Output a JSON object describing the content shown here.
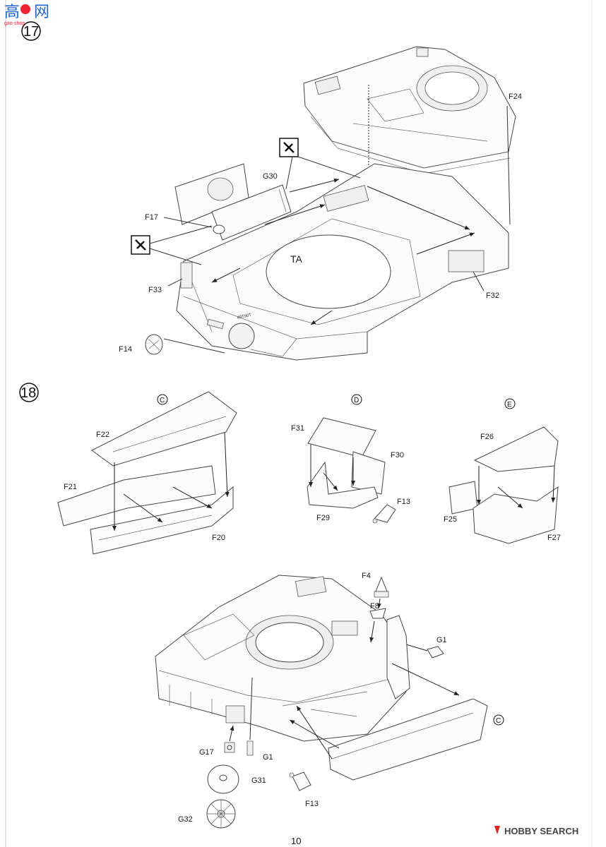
{
  "page_number": "10",
  "watermark_top": {
    "cn": "高",
    "cn2": "网",
    "site": "gao-shop.com"
  },
  "watermark_bottom": "HOBBY SEARCH",
  "step17": {
    "number": "17",
    "labels": {
      "f24": "F24",
      "g30": "G30",
      "f17": "F17",
      "ta": "TA",
      "f33": "F33",
      "f14": "F14",
      "f32": "F32",
      "hull_marking": "40T90T"
    },
    "icons": [
      "glue-tool-icon",
      "glue-tool-icon"
    ]
  },
  "step18": {
    "number": "18",
    "sub_c": {
      "circle": "C",
      "labels": {
        "f22": "F22",
        "f21": "F21",
        "f20": "F20"
      }
    },
    "sub_d": {
      "circle": "D",
      "labels": {
        "f31": "F31",
        "f30": "F30",
        "f13": "F13",
        "f29": "F29"
      }
    },
    "sub_e": {
      "circle": "E",
      "labels": {
        "f26": "F26",
        "f25": "F25",
        "f27": "F27"
      }
    },
    "main": {
      "labels": {
        "f4": "F4",
        "f8": "F8",
        "g1_right": "G1",
        "c_circle": "C",
        "g17": "G17",
        "g1_bottom": "G1",
        "g31": "G31",
        "f13": "F13",
        "g32": "G32"
      }
    }
  }
}
